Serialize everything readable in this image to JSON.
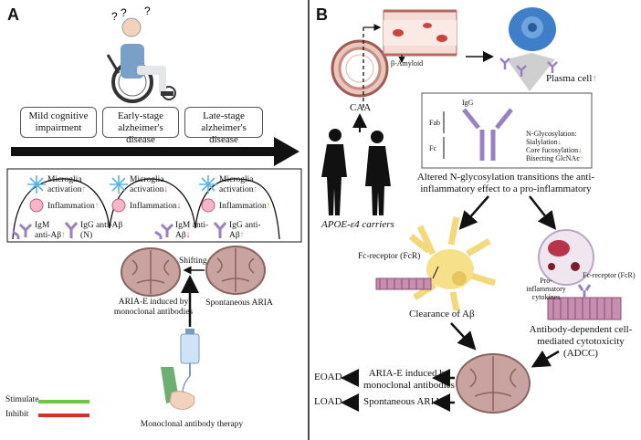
{
  "panel_a": {
    "letter": "A",
    "stages": [
      "Mild cognitive impairment",
      "Early-stage alzheimer's disease",
      "Late-stage alzheimer's disease"
    ],
    "microglia_left": "Microglia activation",
    "inflammation_left": "Inflammation",
    "microglia_mid": "Microglia activation",
    "inflammation_mid": "Inflammation",
    "microglia_right": "Microglia activation",
    "inflammation_right": "Inflammation",
    "igm_left": "IgM anti-Aβ",
    "igg_left": "IgG anti-Aβ (N)",
    "igm_right": "IgM anti-Aβ",
    "igg_right": "IgG anti-Aβ",
    "shifting": "Shifting",
    "aria_induced": "ARIA-E induced by monoclonal antibodies",
    "spontaneous_aria": "Spontaneous ARIA",
    "therapy": "Monoclonal antibody therapy",
    "legend_stimulate": "Stimulate",
    "legend_inhibit": "Inhibit",
    "stimulate_color": "#6cc644",
    "inhibit_color": "#d93025"
  },
  "panel_b": {
    "letter": "B",
    "beta_amyloid": "β-Amyloid",
    "caa": "CAA",
    "plasma_cell": "Plasma cell",
    "igg": "IgG",
    "fab": "Fab",
    "fc": "Fc",
    "glyco_title": "N-Glycosylation:",
    "sialylation": "Sialylation",
    "core_fuc": "Core fucosylation",
    "bisecting": "Bisecting GlcNAc",
    "apoe": "APOE-ε4 carriers",
    "altered": "Altered N-glycosylation transitions the anti-inflammatory effect to a pro-inflammatory",
    "fc_receptor_left": "Fc-receptor (FcR)",
    "fc_receptor_right": "Fc-receptor (FcR)",
    "pro_inflam": "Pro-inflammatory cytokines",
    "clearance": "Clearance of Aβ",
    "adcc": "Antibody-dependent cell-mediated cytotoxicity (ADCC)",
    "eoad": "EOAD",
    "load": "LOAD",
    "aria_induced": "ARIA-E induced by monoclonal antibodies",
    "spontaneous_aria": "Spontaneous ARIA"
  }
}
